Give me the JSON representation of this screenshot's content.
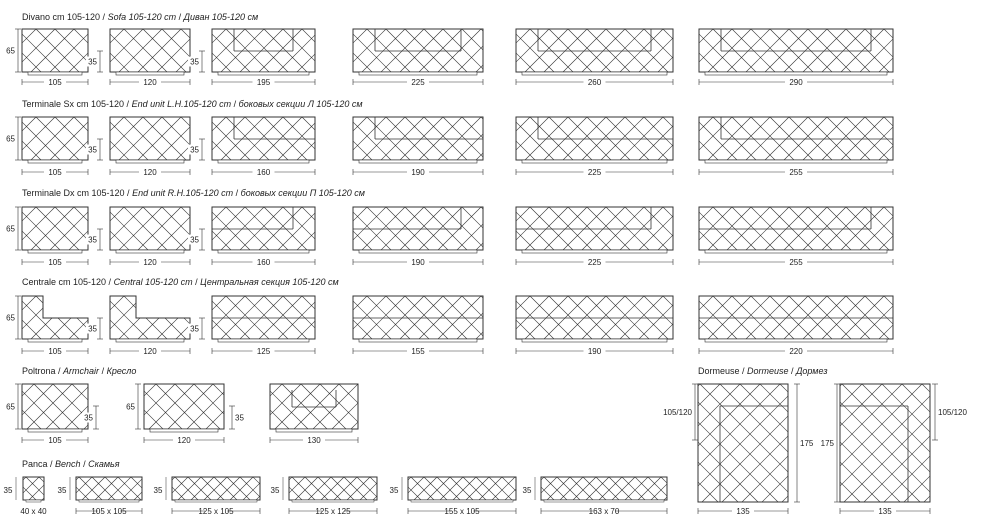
{
  "sections": [
    {
      "id": "divano",
      "title": {
        "it": "Divano cm 105-120",
        "en": "Sofa 105-120 cm",
        "ru": "Диван 105-120 см"
      },
      "height_label": "65",
      "seat_label": "35",
      "items": [
        {
          "width_label": "105",
          "variant": "plain"
        },
        {
          "width_label": "120",
          "variant": "plain"
        },
        {
          "width_label": "195",
          "variant": "sofa"
        },
        {
          "width_label": "225",
          "variant": "sofa"
        },
        {
          "width_label": "260",
          "variant": "sofa"
        },
        {
          "width_label": "290",
          "variant": "sofa"
        }
      ]
    },
    {
      "id": "terminale-sx",
      "title": {
        "it": "Terminale Sx cm 105-120",
        "en": "End unit L.H.105-120 cm",
        "ru": "боковых секции Л 105-120 см"
      },
      "height_label": "65",
      "seat_label": "35",
      "items": [
        {
          "width_label": "105",
          "variant": "plain"
        },
        {
          "width_label": "120",
          "variant": "plain"
        },
        {
          "width_label": "160",
          "variant": "end-left"
        },
        {
          "width_label": "190",
          "variant": "end-left"
        },
        {
          "width_label": "225",
          "variant": "end-left"
        },
        {
          "width_label": "255",
          "variant": "end-left"
        }
      ]
    },
    {
      "id": "terminale-dx",
      "title": {
        "it": "Terminale Dx cm 105-120",
        "en": "End unit R.H.105-120 cm",
        "ru": "боковых секции П 105-120 см"
      },
      "height_label": "65",
      "seat_label": "35",
      "items": [
        {
          "width_label": "105",
          "variant": "plain"
        },
        {
          "width_label": "120",
          "variant": "plain"
        },
        {
          "width_label": "160",
          "variant": "end-right"
        },
        {
          "width_label": "190",
          "variant": "end-right"
        },
        {
          "width_label": "225",
          "variant": "end-right"
        },
        {
          "width_label": "255",
          "variant": "end-right"
        }
      ]
    },
    {
      "id": "centrale",
      "title": {
        "it": "Centrale cm 105-120",
        "en": "Central 105-120 cm",
        "ru": "Центральная секция 105-120 см"
      },
      "height_label": "65",
      "seat_label": "35",
      "items": [
        {
          "width_label": "105",
          "variant": "corner"
        },
        {
          "width_label": "120",
          "variant": "corner"
        },
        {
          "width_label": "125",
          "variant": "central"
        },
        {
          "width_label": "155",
          "variant": "central"
        },
        {
          "width_label": "190",
          "variant": "central"
        },
        {
          "width_label": "220",
          "variant": "central"
        }
      ]
    },
    {
      "id": "poltrona",
      "title": {
        "it": "Poltrona",
        "en": "Armchair",
        "ru": "Кресло"
      },
      "height_label": "65",
      "seat_label": "35",
      "items": [
        {
          "width_label": "105",
          "variant": "plain"
        },
        {
          "width_label": "120",
          "variant": "plain"
        },
        {
          "width_label": "130",
          "variant": "armchair"
        }
      ]
    },
    {
      "id": "panca",
      "title": {
        "it": "Panca",
        "en": "Bench",
        "ru": "Скамья"
      },
      "height_label": "35",
      "items": [
        {
          "width_label": "40 x 40"
        },
        {
          "width_label": "105 x 105"
        },
        {
          "width_label": "125 x 105"
        },
        {
          "width_label": "125 x 125"
        },
        {
          "width_label": "155 x 105"
        },
        {
          "width_label": "163 x 70"
        }
      ]
    },
    {
      "id": "dormeuse",
      "title": {
        "it": "Dormeuse",
        "en": "Dormeuse",
        "ru": "Дормез"
      },
      "depth_label": "105/120",
      "length_label": "175",
      "items": [
        {
          "width_label": "135",
          "variant": "left"
        },
        {
          "width_label": "135",
          "variant": "right"
        }
      ]
    }
  ],
  "colors": {
    "line": "#333333",
    "text": "#222222",
    "dim": "#444444"
  }
}
